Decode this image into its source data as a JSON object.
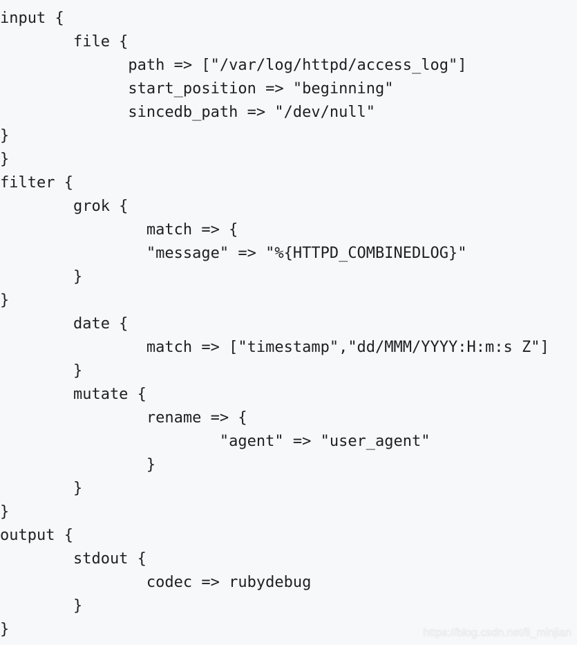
{
  "code": {
    "lines": [
      "input {",
      "        file {",
      "              path => [\"/var/log/httpd/access_log\"]",
      "              start_position => \"beginning\"",
      "              sincedb_path => \"/dev/null\"",
      "}",
      "}",
      "filter {",
      "        grok {",
      "                match => {",
      "                \"message\" => \"%{HTTPD_COMBINEDLOG}\"",
      "        }",
      "}",
      "        date {",
      "                match => [\"timestamp\",\"dd/MMM/YYYY:H:m:s Z\"]",
      "        }",
      "        mutate {",
      "                rename => {",
      "                        \"agent\" => \"user_agent\"",
      "                }",
      "        }",
      "}",
      "output {",
      "        stdout {",
      "                codec => rubydebug",
      "        }",
      "}"
    ]
  },
  "watermark": "https://blog.csdn.net/li_minjian"
}
